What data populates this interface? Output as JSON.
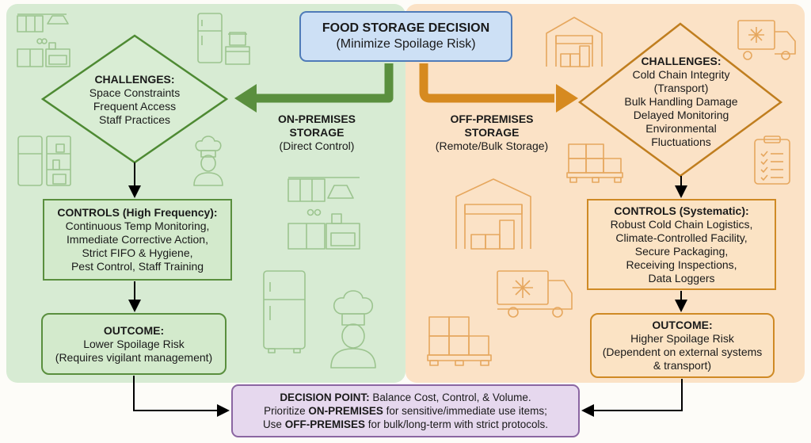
{
  "title": {
    "heading": "FOOD STORAGE DECISION",
    "subheading": "(Minimize Spoilage Risk)"
  },
  "colors": {
    "on_premises_accent": "#5a8f3e",
    "on_premises_bg": "#d7ebd3",
    "off_premises_accent": "#cf8a25",
    "off_premises_bg": "#fbe2c6",
    "title_fill": "#cde0f5",
    "title_border": "#4f7bb8",
    "decision_fill": "#e6d8ee",
    "decision_border": "#8b66a2"
  },
  "on_premises": {
    "label_line1": "ON-PREMISES",
    "label_line2": "STORAGE",
    "label_note": "(Direct Control)",
    "challenges": {
      "heading": "CHALLENGES:",
      "items": [
        "Space Constraints",
        "Frequent Access",
        "Staff Practices"
      ]
    },
    "controls": {
      "heading": "CONTROLS (High Frequency):",
      "lines": [
        "Continuous Temp Monitoring,",
        "Immediate Corrective Action,",
        "Strict FIFO & Hygiene,",
        "Pest Control, Staff Training"
      ]
    },
    "outcome": {
      "heading": "OUTCOME:",
      "lines": [
        "Lower Spoilage Risk",
        "(Requires vigilant management)"
      ]
    },
    "icons": [
      "kitchen-icon",
      "fridge-stove-icon",
      "fridge-pantry-icon",
      "chef-icon",
      "kitchen-icon",
      "fridge-icon",
      "chef-icon"
    ]
  },
  "off_premises": {
    "label_line1": "OFF-PREMISES",
    "label_line2": "STORAGE",
    "label_note": "(Remote/Bulk Storage)",
    "challenges": {
      "heading": "CHALLENGES:",
      "items": [
        "Cold Chain Integrity",
        "(Transport)",
        "Bulk Handling Damage",
        "Delayed Monitoring",
        "Environmental",
        "Fluctuations"
      ]
    },
    "controls": {
      "heading": "CONTROLS (Systematic):",
      "lines": [
        "Robust Cold Chain Logistics,",
        "Climate-Controlled Facility,",
        "Secure Packaging,",
        "Receiving Inspections,",
        "Data Loggers"
      ]
    },
    "outcome": {
      "heading": "OUTCOME:",
      "lines": [
        "Higher Spoilage Risk",
        "(Dependent on external systems",
        "& transport)"
      ]
    },
    "icons": [
      "warehouse-icon",
      "refrigerated-truck-icon",
      "pallet-boxes-icon",
      "clipboard-checklist-icon",
      "warehouse-icon",
      "refrigerated-truck-icon",
      "pallet-boxes-icon"
    ]
  },
  "decision": {
    "line1_bold": "DECISION POINT:",
    "line1_rest": " Balance Cost, Control, & Volume.",
    "line2_pre": "Prioritize ",
    "line2_bold": "ON-PREMISES",
    "line2_rest": " for sensitive/immediate use items;",
    "line3_pre": "Use ",
    "line3_bold": "OFF-PREMISES",
    "line3_rest": " for bulk/long-term with strict protocols."
  }
}
